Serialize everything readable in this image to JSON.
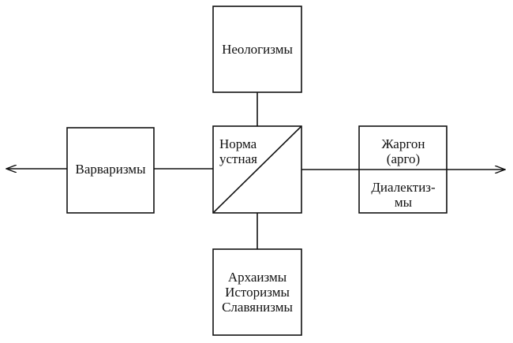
{
  "diagram": {
    "top_box": {
      "lines": [
        "Неологизмы"
      ]
    },
    "left_box": {
      "lines": [
        "Варваризмы"
      ]
    },
    "center_box": {
      "lines": [
        "Норма",
        "устная"
      ]
    },
    "right_box": {
      "upper_lines": [
        "Жаргон",
        "(арго)"
      ],
      "lower_lines": [
        "Диалектиз-",
        "мы"
      ]
    },
    "bottom_box": {
      "lines": [
        "Архаизмы",
        "Историзмы",
        "Славянизмы"
      ]
    },
    "colors": {
      "stroke": "#111111",
      "background": "#ffffff"
    }
  }
}
